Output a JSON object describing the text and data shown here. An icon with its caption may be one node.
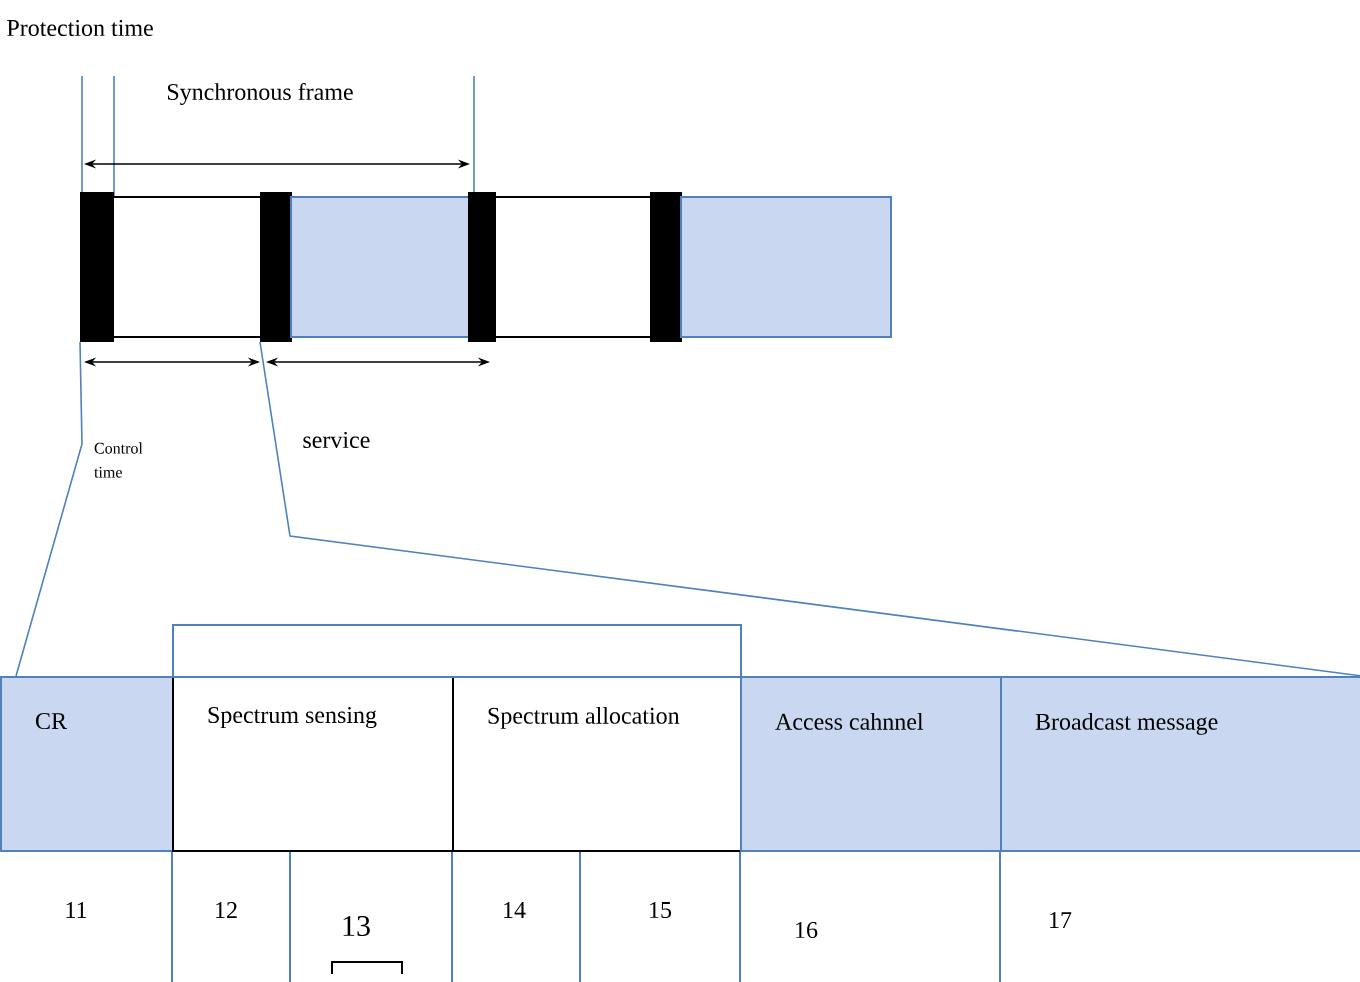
{
  "diagram": {
    "nodes": [
      {
        "text": [],
        "shape": "bar"
      },
      {
        "text": [],
        "shape": "box"
      },
      {
        "text": [],
        "shape": "bar"
      },
      {
        "text": [],
        "shape": "box"
      },
      {
        "text": [],
        "shape": "bar"
      },
      {
        "text": [],
        "shape": "box"
      },
      {
        "text": [],
        "shape": "bar"
      },
      {
        "text": [],
        "shape": "box"
      },
      {
        "text": [
          "CR"
        ]
      },
      {
        "text": [
          "Spectrum sensing"
        ]
      },
      {
        "text": [
          "Spectrum allocation"
        ]
      },
      {
        "text": [
          "Access cahnnel"
        ]
      },
      {
        "text": [
          "Broadcast message"
        ]
      },
      {
        "text": [],
        "shape": "box"
      }
    ],
    "edges": [
      {
        "from": 0,
        "to": 8,
        "arrow": "none"
      },
      {
        "from": 2,
        "to": 12,
        "arrow": "none"
      }
    ],
    "labels": [
      "Protection time",
      "Synchronous frame",
      "Control time",
      "service",
      "11",
      "12",
      "13",
      "14",
      "15",
      "16",
      "17"
    ]
  }
}
